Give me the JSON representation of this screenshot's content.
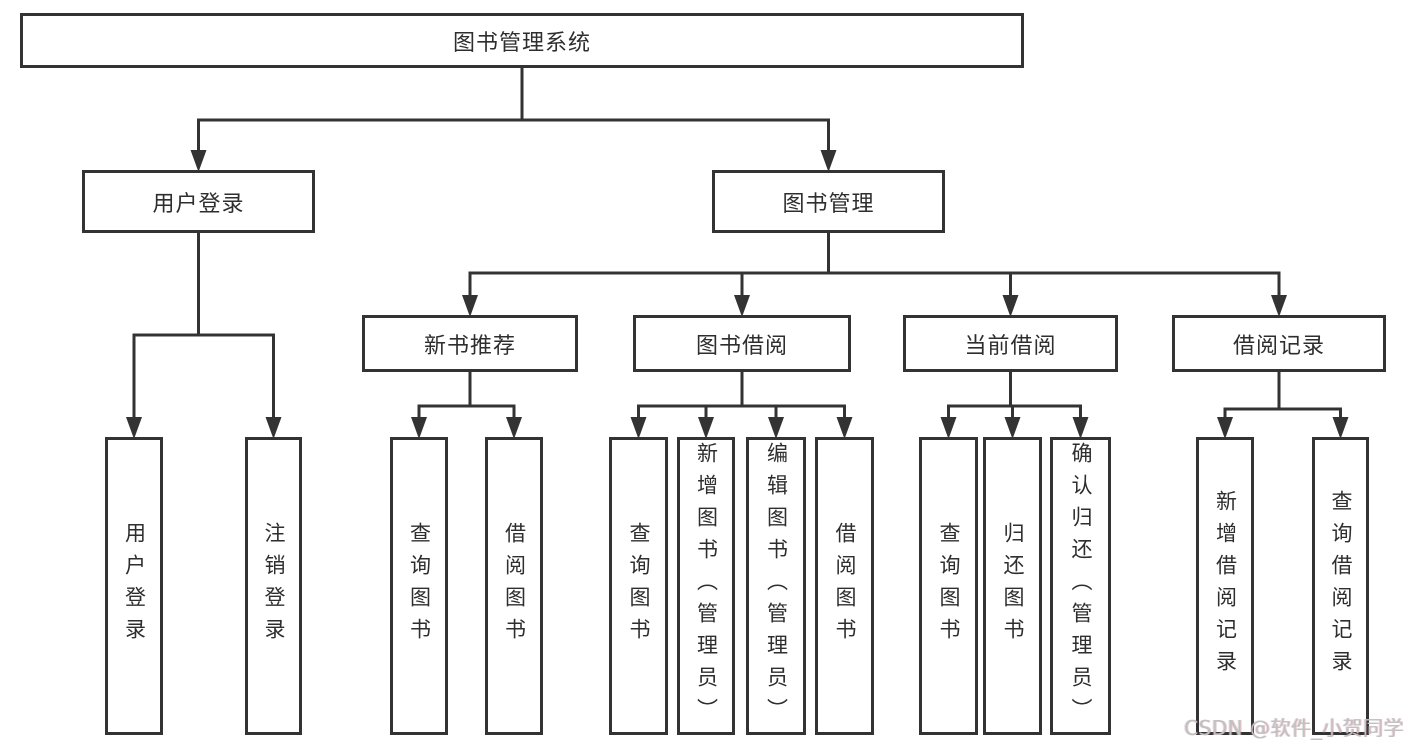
{
  "diagram": {
    "watermark": "CSDN @软件_小贺同学",
    "colors": {
      "line": "#333333",
      "box_border": "#333333",
      "text": "#2e2e2e",
      "background": "#ffffff",
      "watermark": "#c2c1c1"
    },
    "nodes": {
      "root": {
        "label": "图书管理系统"
      },
      "user_login": {
        "label": "用户登录"
      },
      "book_mgmt": {
        "label": "图书管理"
      },
      "login": {
        "label": "用户登录"
      },
      "logout": {
        "label": "注销登录"
      },
      "new_book_rec": {
        "label": "新书推荐"
      },
      "book_borrow": {
        "label": "图书借阅"
      },
      "current_borrow": {
        "label": "当前借阅"
      },
      "borrow_records": {
        "label": "借阅记录"
      },
      "rec_query": {
        "label": "查询图书"
      },
      "rec_borrow": {
        "label": "借阅图书"
      },
      "bb_query": {
        "label": "查询图书"
      },
      "bb_add": {
        "label": "新增图书（管理员）"
      },
      "bb_edit": {
        "label": "编辑图书（管理员）"
      },
      "bb_borrow": {
        "label": "借阅图书"
      },
      "cb_query": {
        "label": "查询图书"
      },
      "cb_return": {
        "label": "归还图书"
      },
      "cb_confirm": {
        "label": "确认归还（管理员）"
      },
      "br_add": {
        "label": "新增借阅记录"
      },
      "br_query": {
        "label": "查询借阅记录"
      }
    },
    "edges": [
      [
        "root",
        "user_login"
      ],
      [
        "root",
        "book_mgmt"
      ],
      [
        "user_login",
        "login"
      ],
      [
        "user_login",
        "logout"
      ],
      [
        "book_mgmt",
        "new_book_rec"
      ],
      [
        "book_mgmt",
        "book_borrow"
      ],
      [
        "book_mgmt",
        "current_borrow"
      ],
      [
        "book_mgmt",
        "borrow_records"
      ],
      [
        "new_book_rec",
        "rec_query"
      ],
      [
        "new_book_rec",
        "rec_borrow"
      ],
      [
        "book_borrow",
        "bb_query"
      ],
      [
        "book_borrow",
        "bb_add"
      ],
      [
        "book_borrow",
        "bb_edit"
      ],
      [
        "book_borrow",
        "bb_borrow"
      ],
      [
        "current_borrow",
        "cb_query"
      ],
      [
        "current_borrow",
        "cb_return"
      ],
      [
        "current_borrow",
        "cb_confirm"
      ],
      [
        "borrow_records",
        "br_add"
      ],
      [
        "borrow_records",
        "br_query"
      ]
    ]
  }
}
